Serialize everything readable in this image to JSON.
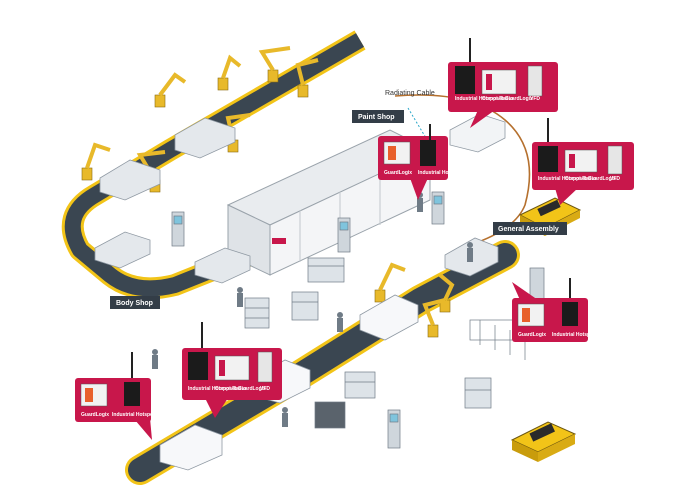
{
  "labels": {
    "paint_shop": "Paint Shop",
    "body_shop": "Body Shop",
    "general_assembly": "General Assembly",
    "radiating_cable": "Radiating Cable"
  },
  "devices": {
    "industrial_hotspot_radio": "Industrial Hotspot Radio",
    "compact_guardlogix": "Compact GuardLogix",
    "guardlogix": "GuardLogix",
    "vfd": "VFD"
  },
  "colors": {
    "callout": "#c8174b",
    "conveyor": "#3a4651",
    "rail": "#f2c418",
    "robot": "#e8b92a",
    "cable": "#b5702e",
    "label_bg": "#333d47"
  },
  "icons": [
    "industrial-robot-icon",
    "car-body-icon",
    "worker-icon",
    "agv-icon",
    "parts-rack-icon",
    "control-panel-icon",
    "radio-antenna-icon"
  ]
}
